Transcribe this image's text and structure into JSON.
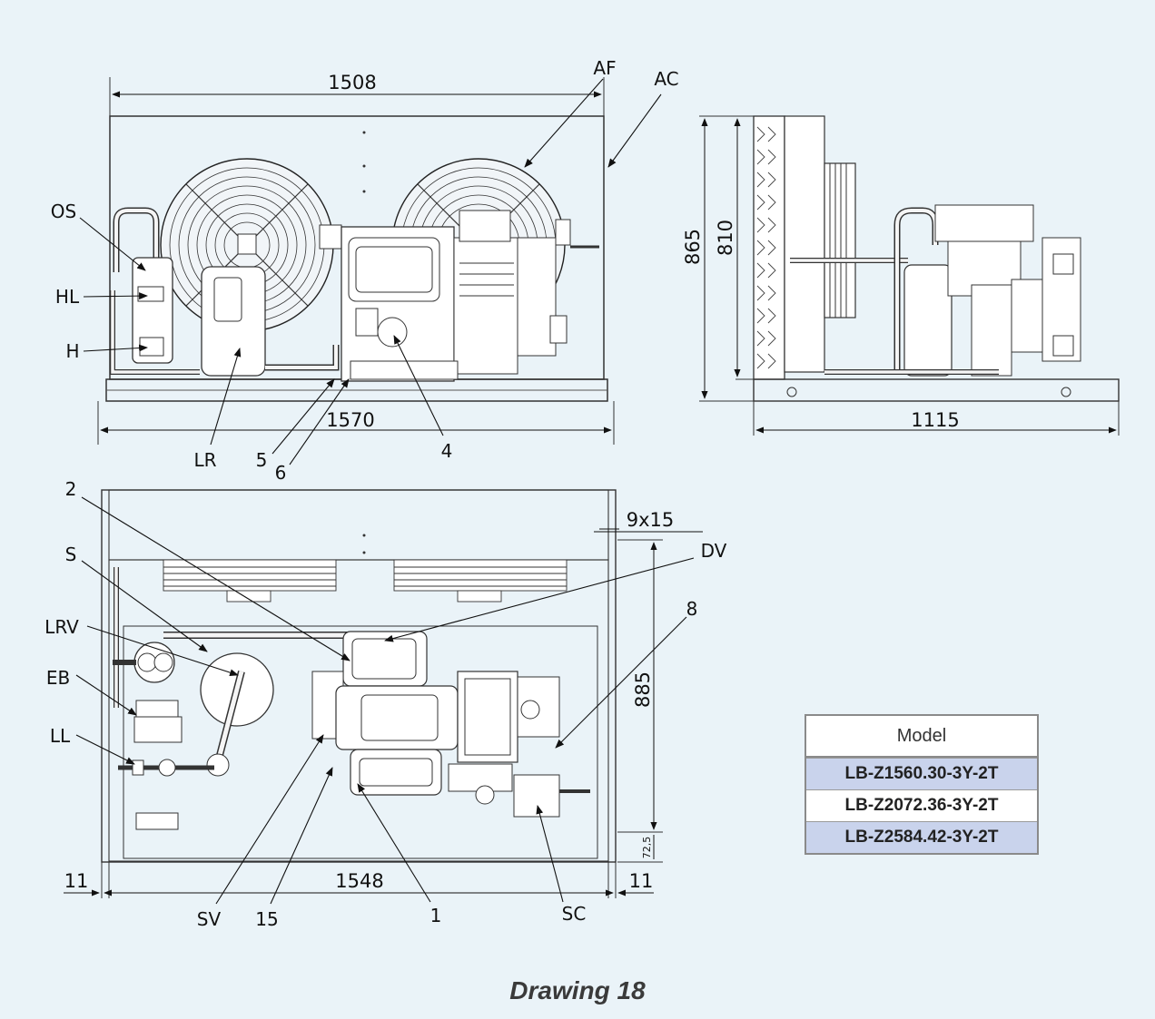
{
  "drawing": {
    "caption": "Drawing 18",
    "front_view": {
      "dims": {
        "top": "1508",
        "base": "1570"
      },
      "labels": {
        "af": "AF",
        "ac": "AC",
        "os": "OS",
        "hl": "HL",
        "h": "H",
        "lr": "LR",
        "n5": "5",
        "n6": "6",
        "n4": "4"
      }
    },
    "side_view": {
      "dims": {
        "height_total": "865",
        "height_coil": "810",
        "depth": "1115"
      }
    },
    "top_view": {
      "dims": {
        "width": "1548",
        "left_margin": "11",
        "right_margin": "11",
        "slot": "9x15",
        "height": "885",
        "offset": "72,5"
      },
      "labels": {
        "n2": "2",
        "s": "S",
        "lrv": "LRV",
        "eb": "EB",
        "ll": "LL",
        "dv": "DV",
        "n8": "8",
        "sv": "SV",
        "n15": "15",
        "n1": "1",
        "sc": "SC"
      }
    },
    "models": {
      "header": "Model",
      "rows": [
        "LB-Z1560.30-3Y-2T",
        "LB-Z2072.36-3Y-2T",
        "LB-Z2584.42-3Y-2T"
      ]
    }
  }
}
